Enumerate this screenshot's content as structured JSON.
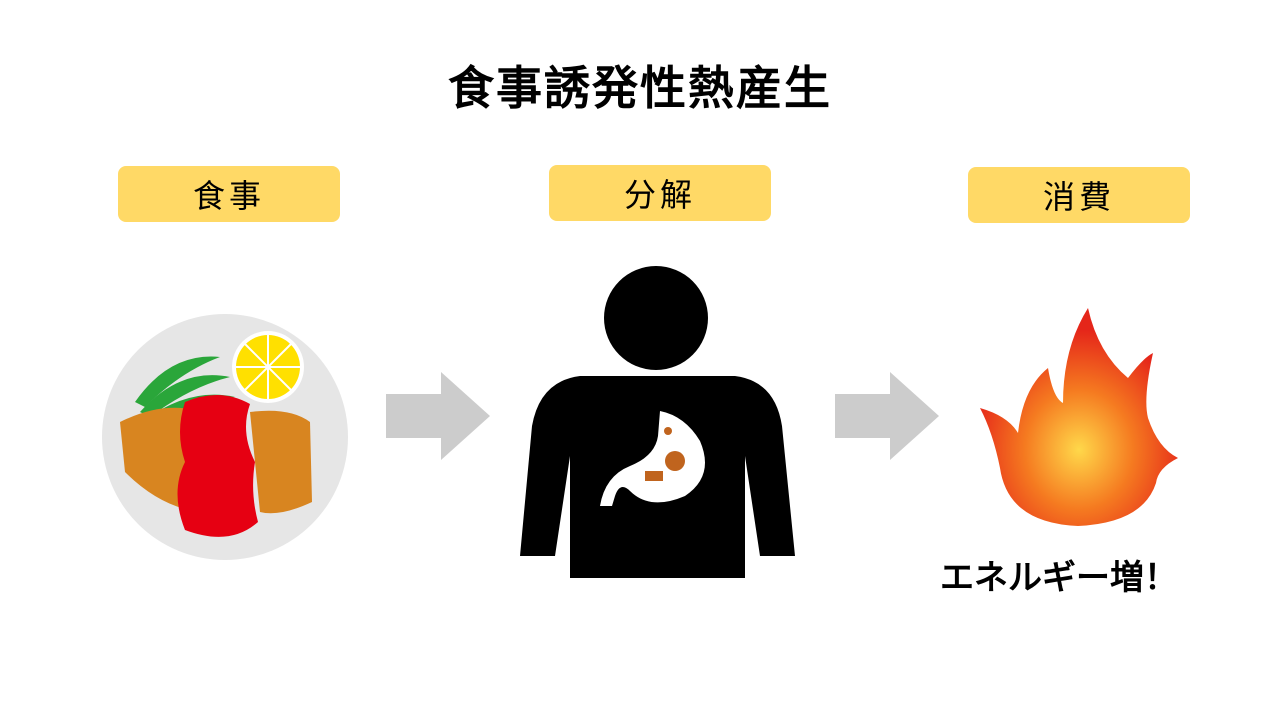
{
  "title": "食事誘発性熱産生",
  "steps": [
    {
      "label": "食事",
      "icon": "meal-plate-icon"
    },
    {
      "label": "分解",
      "icon": "person-stomach-icon"
    },
    {
      "label": "消費",
      "icon": "fire-icon"
    }
  ],
  "energy_text": "エネルギー増！",
  "colors": {
    "label_bg": "#FFD966",
    "arrow": "#CCCCCC"
  }
}
